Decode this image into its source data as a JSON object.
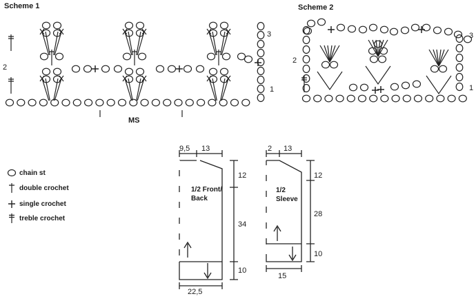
{
  "scheme1": {
    "title": "Scheme 1",
    "row_labels": [
      "2",
      "3",
      "1"
    ],
    "ms_label": "MS"
  },
  "scheme2": {
    "title": "Scheme 2",
    "row_labels": [
      "3",
      "2",
      "1"
    ]
  },
  "legend": {
    "items": [
      {
        "icon": "chain-stitch-icon",
        "label": "chain st"
      },
      {
        "icon": "double-crochet-icon",
        "label": "double crochet"
      },
      {
        "icon": "single-crochet-icon",
        "label": "single crochet"
      },
      {
        "icon": "treble-crochet-icon",
        "label": "treble crochet"
      }
    ]
  },
  "front_back": {
    "label": "1/2 Front/ Back",
    "dims": {
      "top_left": "9,5",
      "top_right": "13",
      "right_top": "12",
      "right_mid": "34",
      "right_bottom": "10",
      "bottom": "22,5"
    }
  },
  "sleeve": {
    "label": "1/2 Sleeve",
    "dims": {
      "top_left": "2",
      "top_right": "13",
      "right_top": "12",
      "right_mid": "28",
      "right_bottom": "10",
      "bottom": "15"
    }
  }
}
